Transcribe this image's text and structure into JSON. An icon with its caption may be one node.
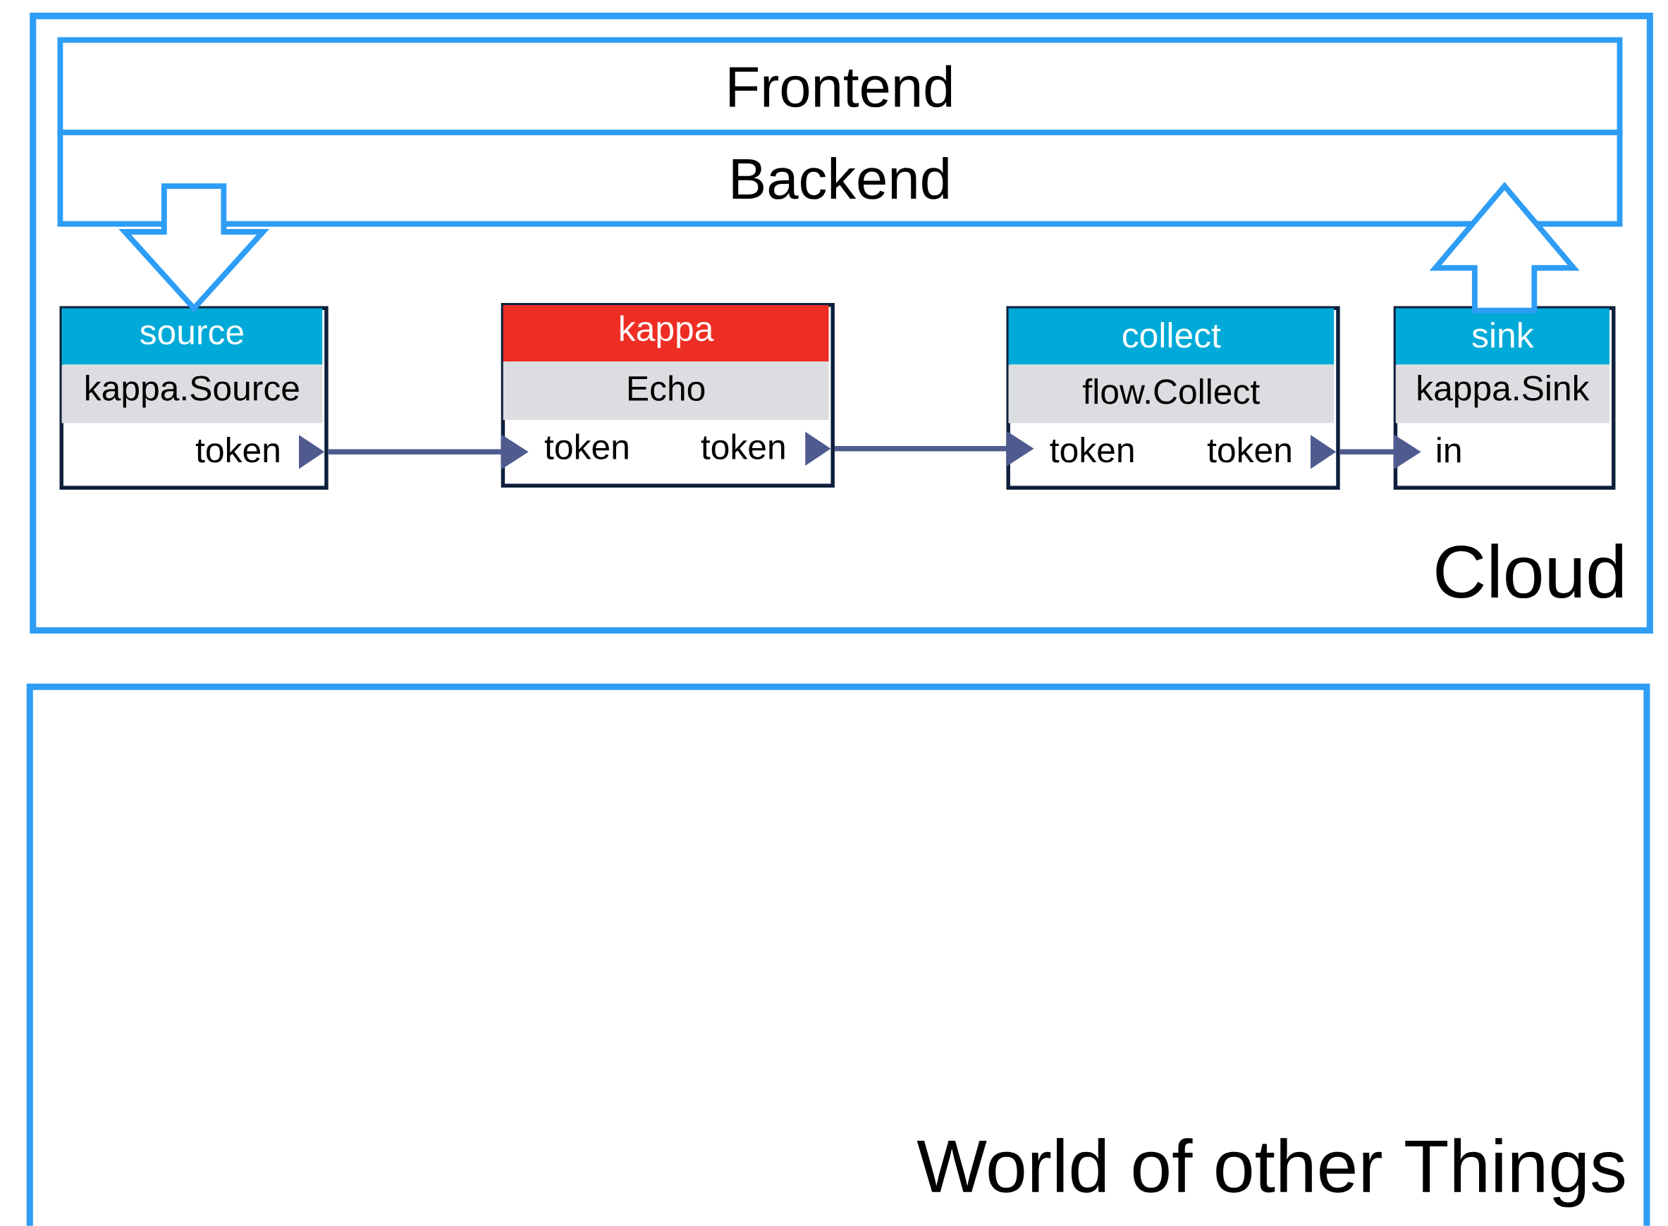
{
  "diagram": {
    "nodes": [
      {
        "text": [
          "Cloud"
        ]
      },
      {
        "text": [
          "Frontend"
        ],
        "in": 0
      },
      {
        "text": [
          "Backend"
        ],
        "in": 0
      },
      {
        "text": [
          "source",
          "kappa.Source",
          "token"
        ],
        "in": 0
      },
      {
        "text": [
          "kappa",
          "Echo",
          "token",
          "token"
        ],
        "in": 0
      },
      {
        "text": [
          "collect",
          "flow.Collect",
          "token",
          "token"
        ],
        "in": 0
      },
      {
        "text": [
          "sink",
          "kappa.Sink",
          "in"
        ],
        "in": 0
      },
      {
        "text": [
          "World of other Things"
        ]
      }
    ],
    "edges": [
      {
        "from": 2,
        "to": 3,
        "arrow": "to",
        "style": "thick",
        "color": "#2e9df5"
      },
      {
        "from": 3,
        "to": 4,
        "arrow": "to"
      },
      {
        "from": 4,
        "to": 5,
        "arrow": "to"
      },
      {
        "from": 5,
        "to": 6,
        "arrow": "to"
      },
      {
        "from": 6,
        "to": 2,
        "arrow": "to",
        "style": "thick",
        "color": "#2e9df5"
      }
    ]
  }
}
